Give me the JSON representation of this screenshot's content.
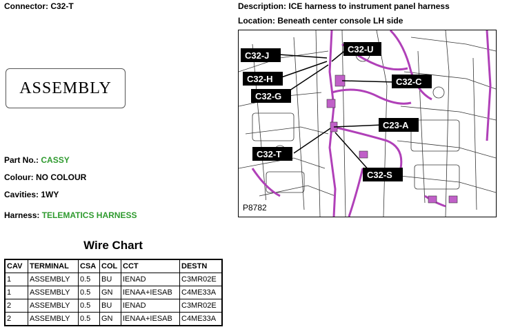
{
  "header": {
    "connector_label": "Connector:",
    "connector_value": "C32-T",
    "description_label": "Description:",
    "description_value": "ICE harness to instrument panel harness",
    "location_label": "Location:",
    "location_value": "Beneath center console LH side"
  },
  "assembly_box_text": "ASSEMBLY",
  "details": {
    "part_no_label": "Part No.:",
    "part_no_value": "CASSY",
    "colour_label": "Colour:",
    "colour_value": "NO COLOUR",
    "cavities_label": "Cavities:",
    "cavities_value": "1WY",
    "harness_label": "Harness:",
    "harness_value": "TELEMATICS HARNESS"
  },
  "accent_green": "#2e9a2e",
  "harness_purple": "#b040b8",
  "wire_chart": {
    "title": "Wire Chart",
    "columns": [
      "CAV",
      "TERMINAL",
      "CSA",
      "COL",
      "CCT",
      "DESTN"
    ],
    "rows": [
      [
        "1",
        "ASSEMBLY",
        "0.5",
        "BU",
        "IENAD",
        "C3MR02E"
      ],
      [
        "1",
        "ASSEMBLY",
        "0.5",
        "GN",
        "IENAA+IESAB",
        "C4ME33A"
      ],
      [
        "2",
        "ASSEMBLY",
        "0.5",
        "BU",
        "IENAD",
        "C3MR02E"
      ],
      [
        "2",
        "ASSEMBLY",
        "0.5",
        "GN",
        "IENAA+IESAB",
        "C4ME33A"
      ]
    ]
  },
  "figure": {
    "callouts": {
      "c32j": "C32-J",
      "c32u": "C32-U",
      "c32h": "C32-H",
      "c32c": "C32-C",
      "c32g": "C32-G",
      "c23a": "C23-A",
      "c32t": "C32-T",
      "c32s": "C32-S"
    },
    "picture_code": "P8782"
  }
}
